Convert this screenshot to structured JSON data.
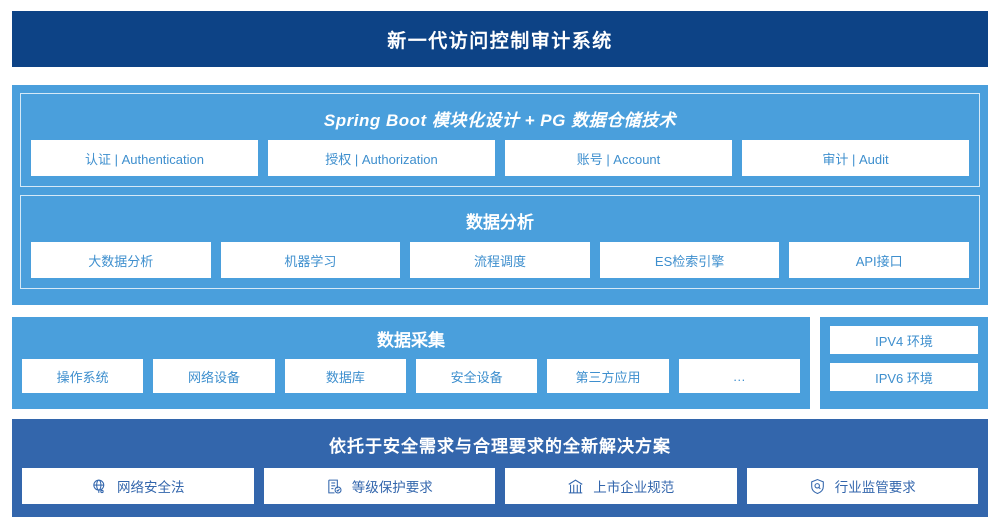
{
  "header": {
    "title": "新一代访问控制审计系统"
  },
  "colors": {
    "header_bg": "#0d4386",
    "section_light_blue": "#4a9fdc",
    "section_medium_blue": "#3366ac",
    "cell_bg": "#ffffff",
    "cell_text": "#3e8fce",
    "solution_cell_text": "#3366ac"
  },
  "application_layer": {
    "title": "Spring Boot 模块化设计 + PG 数据仓储技术",
    "items": [
      {
        "label": "认证 | Authentication"
      },
      {
        "label": "授权 | Authorization"
      },
      {
        "label": "账号 | Account"
      },
      {
        "label": "审计 | Audit"
      }
    ]
  },
  "analysis_layer": {
    "title": "数据分析",
    "items": [
      {
        "label": "大数据分析"
      },
      {
        "label": "机器学习"
      },
      {
        "label": "流程调度"
      },
      {
        "label": "ES检索引擎"
      },
      {
        "label": "API接口"
      }
    ]
  },
  "collection_layer": {
    "title": "数据采集",
    "items": [
      {
        "label": "操作系统"
      },
      {
        "label": "网络设备"
      },
      {
        "label": "数据库"
      },
      {
        "label": "安全设备"
      },
      {
        "label": "第三方应用"
      },
      {
        "label": "…"
      }
    ]
  },
  "environment_panel": {
    "items": [
      {
        "label": "IPV4 环境"
      },
      {
        "label": "IPV6 环境"
      }
    ]
  },
  "solution_layer": {
    "title": "依托于安全需求与合理要求的全新解决方案",
    "items": [
      {
        "label": "网络安全法",
        "icon": "globe-network-icon"
      },
      {
        "label": "等级保护要求",
        "icon": "document-check-icon"
      },
      {
        "label": "上市企业规范",
        "icon": "bank-building-icon"
      },
      {
        "label": "行业监管要求",
        "icon": "shield-search-icon"
      }
    ]
  }
}
